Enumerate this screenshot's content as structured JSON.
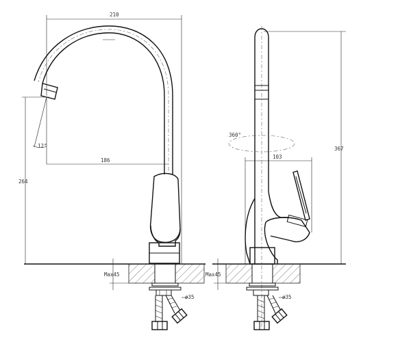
{
  "labels": {
    "front_width": "210",
    "spout_reach": "186",
    "front_height": "264",
    "spout_angle": "12°",
    "side_height": "367",
    "rotation": "360°",
    "handle_reach": "103",
    "max_thickness_front": "Max45",
    "max_thickness_side": "Max45",
    "hole_front": "ø35",
    "hole_side": "ø35"
  }
}
